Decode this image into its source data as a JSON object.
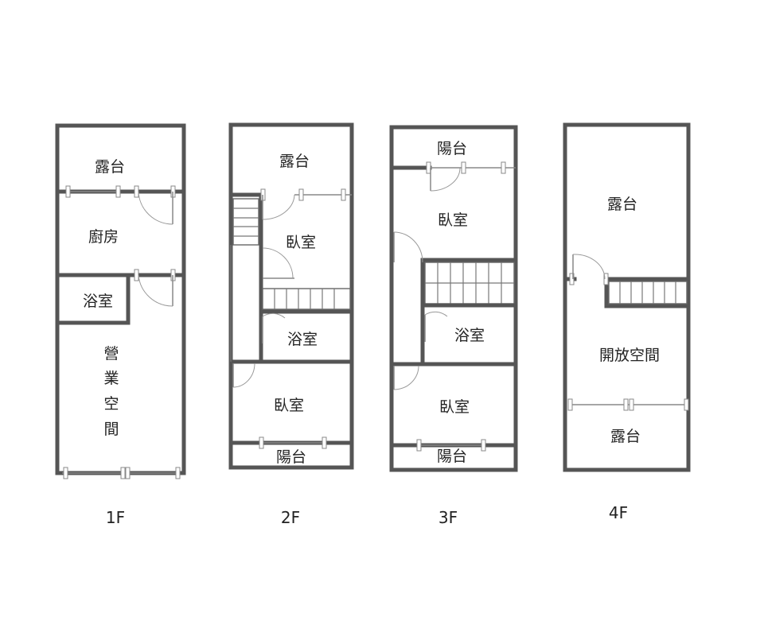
{
  "floors": [
    {
      "label": "1F",
      "rooms": {
        "terrace": "露台",
        "kitchen": "廚房",
        "bathroom": "浴室",
        "business_1": "營",
        "business_2": "業",
        "business_3": "空",
        "business_4": "間"
      }
    },
    {
      "label": "2F",
      "rooms": {
        "terrace": "露台",
        "bedroom_top": "臥室",
        "bathroom": "浴室",
        "bedroom_bottom": "臥室",
        "balcony": "陽台"
      }
    },
    {
      "label": "3F",
      "rooms": {
        "balcony_top": "陽台",
        "bedroom_top": "臥室",
        "bathroom": "浴室",
        "bedroom_bottom": "臥室",
        "balcony_bottom": "陽台"
      }
    },
    {
      "label": "4F",
      "rooms": {
        "terrace_top": "露台",
        "open_space": "開放空間",
        "terrace_bottom": "露台"
      }
    }
  ]
}
